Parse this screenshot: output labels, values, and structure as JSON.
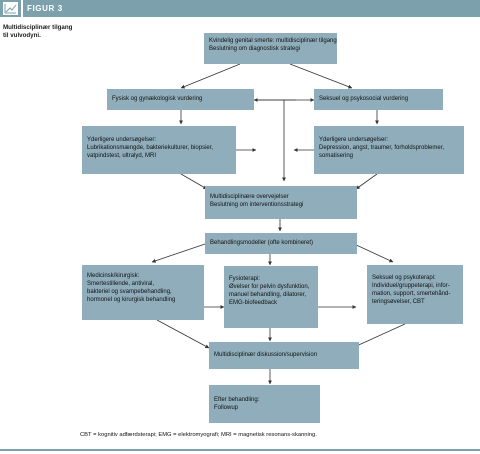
{
  "header": {
    "title": "FIGUR 3",
    "icon": "chart-icon"
  },
  "caption": [
    "Multidisciplinær tilgang",
    "til vulvodyni."
  ],
  "boxes": {
    "start": [
      "Kvindelig genital smerte: multidisciplinær tilgang",
      "Beslutning om diagnostisk strategi"
    ],
    "physical": [
      "Fysisk og gynækologisk vurdering"
    ],
    "sexual": [
      "Seksuel og psykosocial vurdering"
    ],
    "exams_left": [
      "Yderligere undersøgelser:",
      "Lubrikationsmængde, bakteriekulturer, biopsier,",
      "vatpindstest, ultralyd, MRI"
    ],
    "exams_right": [
      "Yderligere undersøgelser:",
      "Depression, angst, traumer, forholdsproblemer,",
      "somatisering"
    ],
    "considerations": [
      "Multidisciplinære overvejelser",
      "Beslutning om interventionsstrategi"
    ],
    "models": [
      "Behandlingsmodeller (ofte kombineret)"
    ],
    "medical": [
      "Medicinsk/kirurgisk:",
      "Smertestillende, antiviral,",
      "bakteriel og svampebehandling,",
      "hormonel og kirurgisk behandling"
    ],
    "physio": [
      "Fysioterapi:",
      "Øvelser for pelvin dysfunktion,",
      "manuel behandling, dilatorer,",
      "EMG-biofeedback"
    ],
    "sexpsych": [
      "Seksuel og psykoterapi:",
      "Individuel/gruppeterapi, infor-",
      "mation, support, smertehånd-",
      "teringsøvelser, CBT"
    ],
    "discussion": [
      "Multidisciplinær diskussion/supervision"
    ],
    "after": [
      "Efter behandling:",
      "Followup"
    ]
  },
  "footnote": "CBT = kognitiv adfærdsterapi;  EMG = elektromyografi;  MRI = magnetisk resonans-skanning.",
  "colors": {
    "header": "#7da0ad",
    "box": "#8fadbb",
    "line": "#333333"
  }
}
